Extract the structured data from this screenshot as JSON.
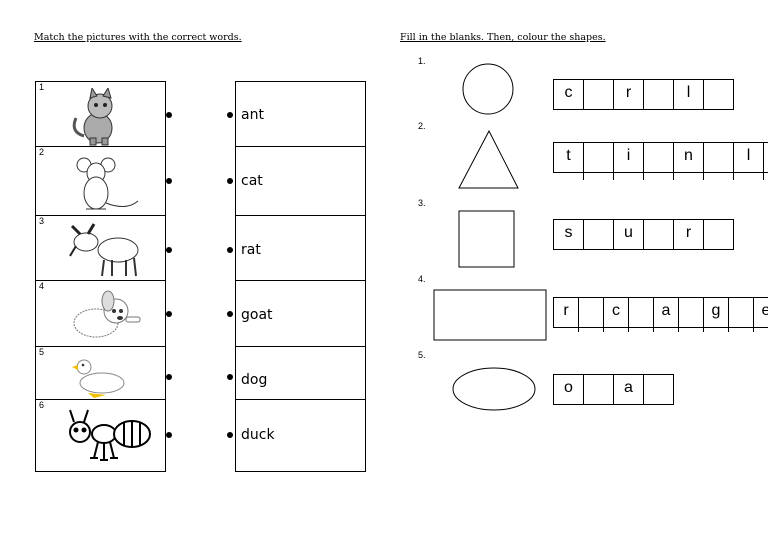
{
  "left_title": "Match the pictures with the correct words.",
  "right_title": "Fill in the blanks. Then, colour the shapes.",
  "pictures": [
    {
      "num": "1",
      "animal": "cat-icon"
    },
    {
      "num": "2",
      "animal": "rat-icon"
    },
    {
      "num": "3",
      "animal": "goat-icon"
    },
    {
      "num": "4",
      "animal": "dog-icon"
    },
    {
      "num": "5",
      "animal": "duck-icon"
    },
    {
      "num": "6",
      "animal": "ant-icon"
    }
  ],
  "words": [
    "ant",
    "cat",
    "rat",
    "goat",
    "dog",
    "duck"
  ],
  "shapes": [
    {
      "num": "1.",
      "shape": "circle",
      "letters": [
        "c",
        "",
        "r",
        "",
        "l",
        ""
      ]
    },
    {
      "num": "2.",
      "shape": "triangle",
      "letters": [
        "t",
        "",
        "i",
        "",
        "n",
        "",
        "l",
        ""
      ]
    },
    {
      "num": "3.",
      "shape": "square",
      "letters": [
        "s",
        "",
        "u",
        "",
        "r",
        ""
      ]
    },
    {
      "num": "4.",
      "shape": "rectangle",
      "letters": [
        "r",
        "",
        "c",
        "",
        "a",
        "",
        "g",
        "",
        "e"
      ]
    },
    {
      "num": "5.",
      "shape": "oval",
      "letters": [
        "o",
        "",
        "a",
        ""
      ]
    }
  ]
}
